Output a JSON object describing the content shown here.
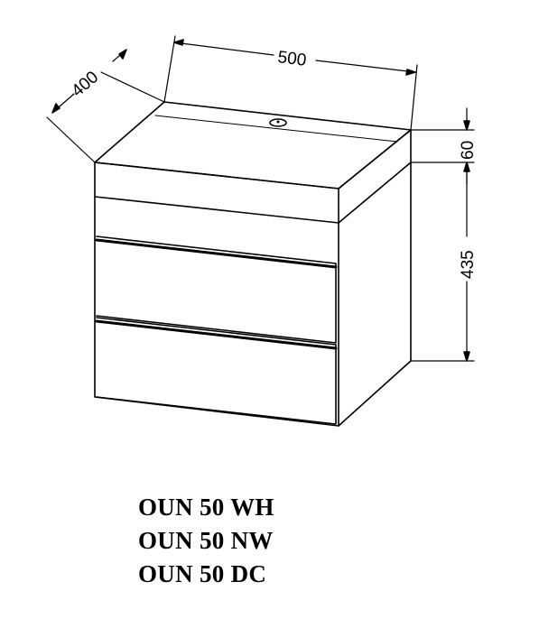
{
  "dimensions": {
    "width": "500",
    "depth": "400",
    "top_height": "60",
    "body_height": "435"
  },
  "models": [
    "OUN 50 WH",
    "OUN 50 NW",
    "OUN 50 DC"
  ]
}
